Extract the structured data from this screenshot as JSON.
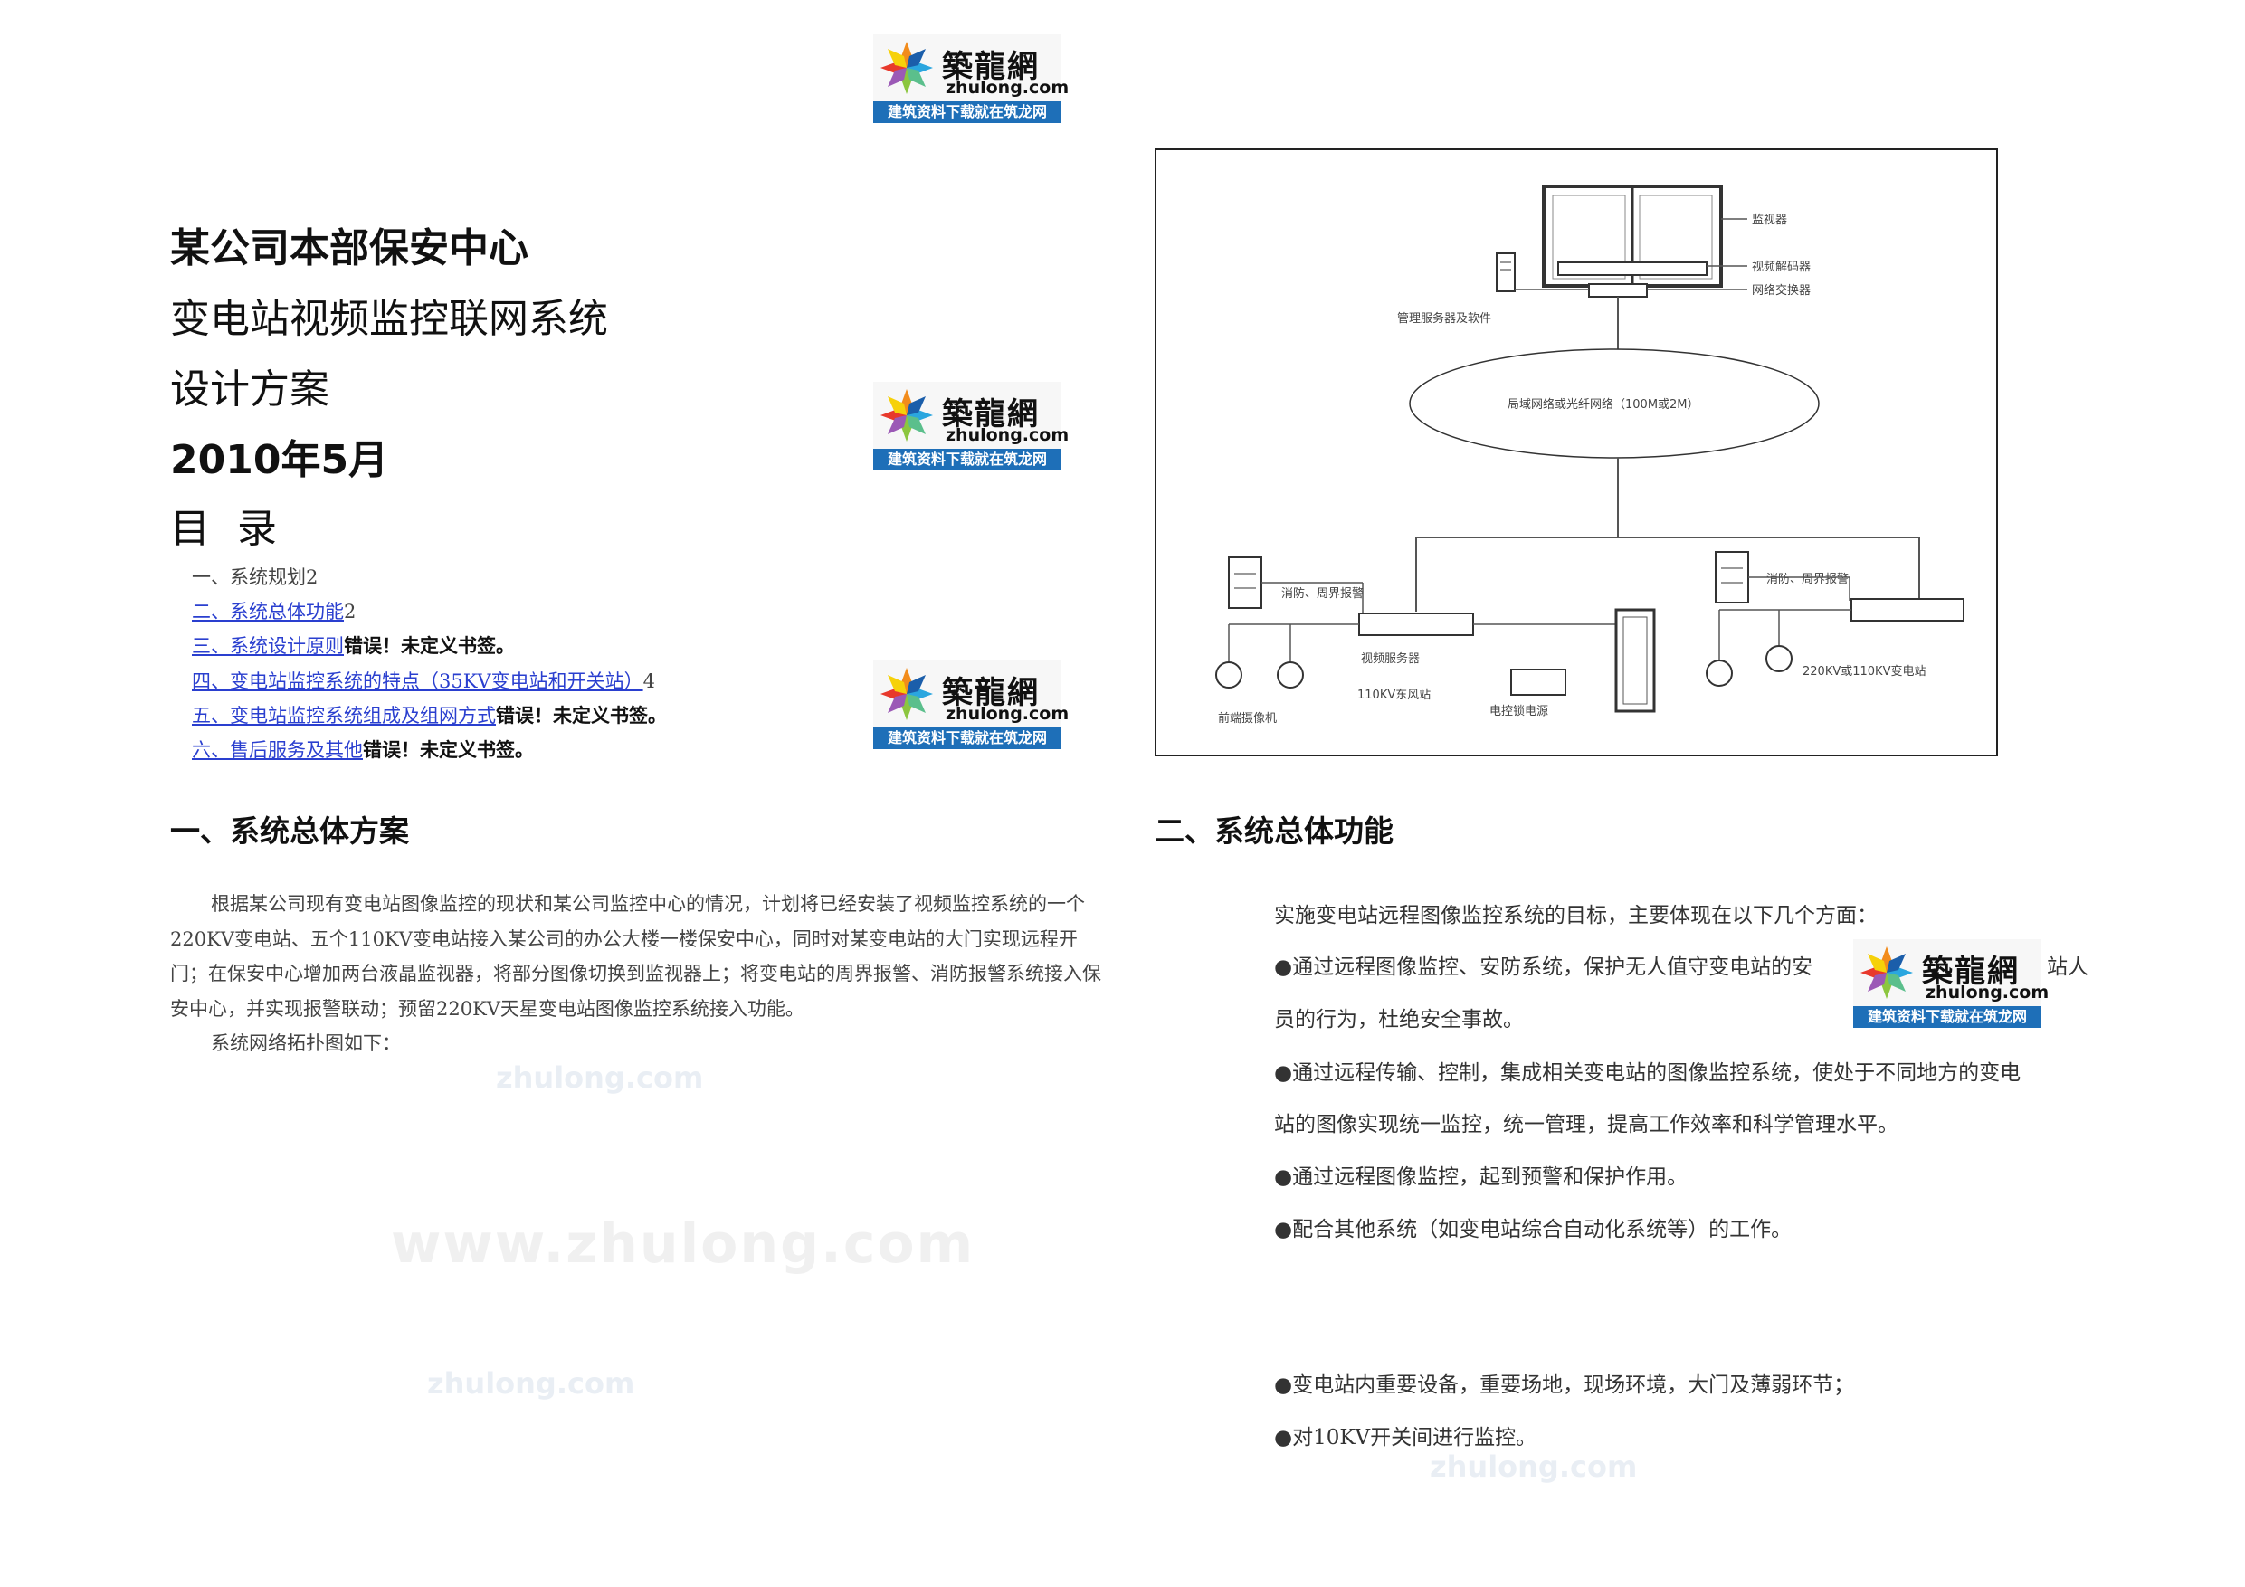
{
  "logo": {
    "name_cn": "築龍網",
    "name_en": "zhulong.com",
    "slogan": "建筑资料下载就在筑龙网"
  },
  "watermark": {
    "text": "zhulong.com",
    "url_text": "www.zhulong.com"
  },
  "title": {
    "line1": "某公司本部保安中心",
    "line2": "变电站视频监控联网系统",
    "line3": "设计方案",
    "date": "2010年5月",
    "toc_heading": "目 录"
  },
  "toc": [
    {
      "text": "一、系统规划",
      "page": "2",
      "link": false,
      "error": ""
    },
    {
      "text": "二、系统总体功能",
      "page": "2",
      "link": true,
      "error": ""
    },
    {
      "text": "三、系统设计原则",
      "page": "",
      "link": true,
      "error": "错误！未定义书签。"
    },
    {
      "text": "四、变电站监控系统的特点（35KV变电站和开关站）",
      "page": "4",
      "link": true,
      "error": ""
    },
    {
      "text": "五、变电站监控系统组成及组网方式",
      "page": "",
      "link": true,
      "error": "错误！未定义书签。"
    },
    {
      "text": "六、售后服务及其他",
      "page": "",
      "link": true,
      "error": "错误！未定义书签。"
    }
  ],
  "section1": {
    "heading": "一、系统总体方案",
    "paragraph": "根据某公司现有变电站图像监控的现状和某公司监控中心的情况，计划将已经安装了视频监控系统的一个220KV变电站、五个110KV变电站接入某公司的办公大楼一楼保安中心，同时对某变电站的大门实现远程开门；在保安中心增加两台液晶监视器，将部分图像切换到监视器上；将变电站的周界报警、消防报警系统接入保安中心，并实现报警联动；预留220KV天星变电站图像监控系统接入功能。",
    "topology_note": "系统网络拓扑图如下："
  },
  "diagram": {
    "monitor": "监视器",
    "decoder": "视频解码器",
    "switch": "网络交换器",
    "server_sw": "管理服务器及软件",
    "network": "局域网络或光纤网络（100M或2M）",
    "alarm_left": "消防、周界报警",
    "alarm_right": "消防、周界报警",
    "video_server": "视频服务器",
    "cameras": "前端摄像机",
    "station_left": "110KV东风站",
    "lock": "电控锁电源",
    "station_right": "220KV或110KV变电站"
  },
  "section2": {
    "heading": "二、系统总体功能",
    "intro": "实施变电站远程图像监控系统的目标，主要体现在以下几个方面：",
    "bullet1_a": "●通过远程图像监控、安防系统，保护无人值守变电站的安",
    "bullet1_b": "站人",
    "bullet1_c": "员的行为，杜绝安全事故。",
    "bullet2_a": "●通过远程传输、控制，集成相关变电站的图像监控系统，使处于不同地方的变电",
    "bullet2_b": "站的图像实现统一监控，统一管理，提高工作效率和科学管理水平。",
    "bullet3": "●通过远程图像监控，起到预警和保护作用。",
    "bullet4": "●配合其他系统（如变电站综合自动化系统等）的工作。",
    "bullet5": "●变电站内重要设备，重要场地，现场环境，大门及薄弱环节；",
    "bullet6": "●对10KV开关间进行监控。"
  }
}
